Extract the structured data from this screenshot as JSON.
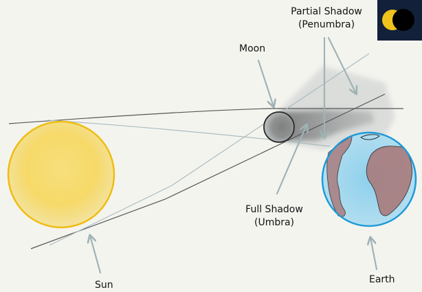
{
  "diagram": {
    "title": "Solar Eclipse Diagram",
    "colors": {
      "background": "#f4f4ef",
      "sun_fill": "#f6dc6e",
      "sun_outline": "#f0bc12",
      "earth_ocean": "#8fcfe8",
      "earth_land": "#a57474",
      "earth_outline": "#1f9ad8",
      "moon_fill": "#9a9c9c",
      "moon_outline": "#2a2a2a",
      "arrow": "#9fb3b6",
      "ray_dark": "#555555",
      "ray_light": "#a9bcc0",
      "badge_bg": "#13203a",
      "badge_sun": "#f0c21c",
      "badge_moon": "#000000"
    },
    "labels": {
      "sun": "Sun",
      "moon": "Moon",
      "earth": "Earth",
      "penumbra_line1": "Partial Shadow",
      "penumbra_line2": "(Penumbra)",
      "umbra_line1": "Full Shadow",
      "umbra_line2": "(Umbra)"
    },
    "badge": {
      "icon": "eclipse-icon"
    }
  }
}
